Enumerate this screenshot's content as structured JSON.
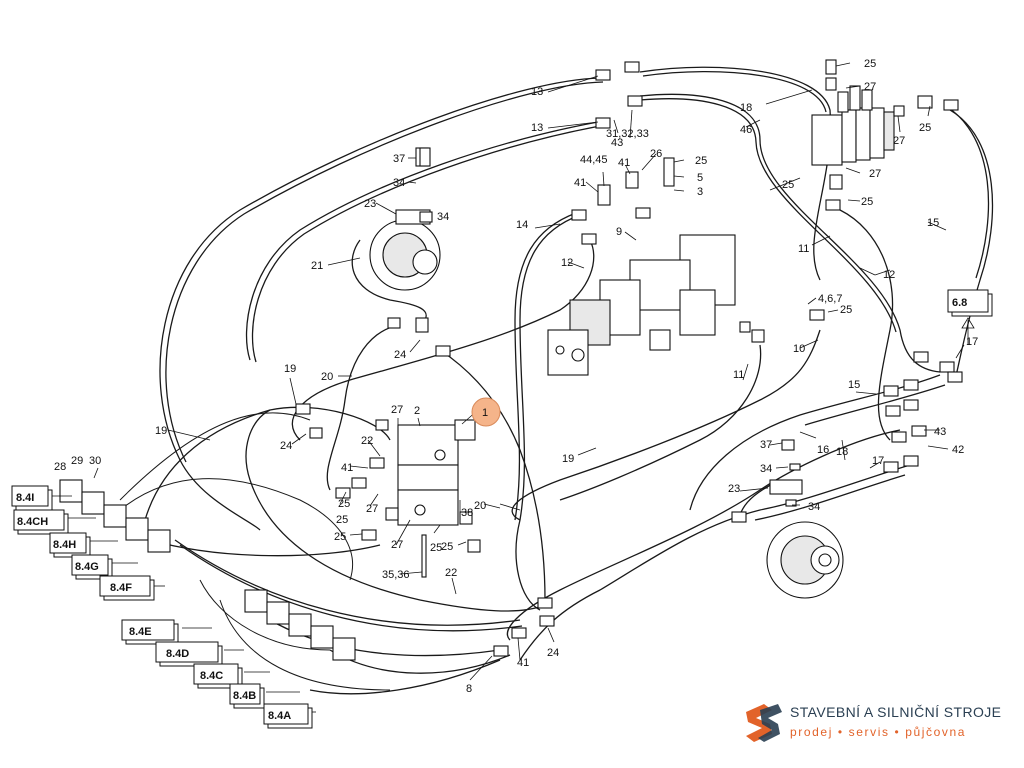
{
  "highlight_color": "#f5b48a",
  "brand": {
    "name": "STAVEBNÍ A SILNIČNÍ STROJE",
    "tagline": "prodej • servis • půjčovna",
    "primary_color": "#2a3f52",
    "accent_color": "#e2632a"
  },
  "callouts": {
    "c1": "1",
    "c2": "2",
    "c3": "3",
    "c5": "5",
    "c8": "8",
    "c9": "9",
    "c10": "10",
    "c11a": "11",
    "c11b": "11",
    "c12a": "12",
    "c12b": "12",
    "c13a": "13",
    "c13b": "13",
    "c14": "14",
    "c15a": "15",
    "c15b": "15",
    "c16": "16",
    "c17a": "17",
    "c17b": "17",
    "c18a": "18",
    "c18b": "18",
    "c19a": "19",
    "c19b": "19",
    "c19c": "19",
    "c20a": "20",
    "c20b": "20",
    "c21": "21",
    "c22a": "22",
    "c22b": "22",
    "c23a": "23",
    "c23b": "23",
    "c24a": "24",
    "c24b": "24",
    "c24c": "24",
    "c25a": "25",
    "c25b": "25",
    "c25c": "25",
    "c25d": "25",
    "c25e": "25",
    "c25f": "25",
    "c25g": "25",
    "c25h": "25",
    "c25i": "25",
    "c25j": "25",
    "c25k": "25",
    "c26": "26",
    "c27a": "27",
    "c27b": "27",
    "c27c": "27",
    "c27d": "27",
    "c27e": "27",
    "c27f": "27",
    "c28": "28",
    "c29": "29",
    "c30": "30",
    "c31": "31,32,33",
    "c34a": "34",
    "c34b": "34",
    "c34c": "34",
    "c34d": "34",
    "c35": "35,36",
    "c37a": "37",
    "c37b": "37",
    "c38": "38",
    "c41a": "41",
    "c41b": "41",
    "c41c": "41",
    "c41d": "41",
    "c42": "42",
    "c43a": "43",
    "c43b": "43",
    "c44": "44,45",
    "c46": "46",
    "c467": "4,6,7"
  },
  "refs": {
    "r68": "6.8",
    "r84I": "8.4I",
    "r84CH": "8.4CH",
    "r84H": "8.4H",
    "r84G": "8.4G",
    "r84F": "8.4F",
    "r84E": "8.4E",
    "r84D": "8.4D",
    "r84C": "8.4C",
    "r84B": "8.4B",
    "r84A": "8.4A"
  }
}
